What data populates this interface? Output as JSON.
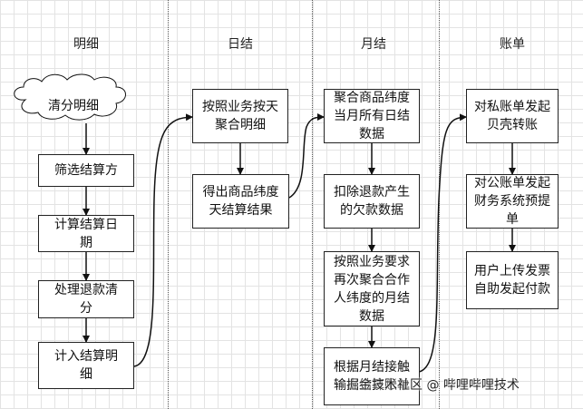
{
  "lanes": [
    "明细",
    "日结",
    "月结",
    "账单"
  ],
  "nodes": {
    "mx_qingfen": "清分明细",
    "mx_shaixuan": "筛选结算方",
    "mx_jisuan_riqi": "计算结算日期",
    "mx_tuikuan": "处理退款清分",
    "mx_jiru": "计入结算明细",
    "rj_juhe": "按照业务按天聚合明细",
    "rj_dechu": "得出商品纬度天结算结果",
    "yj_juhe": "聚合商品纬度当月所有日结数据",
    "yj_kouchu": "扣除退款产生的欠款数据",
    "yj_zaici": "按照业务要求再次聚合合作人纬度的月结数据",
    "yj_genju": "根据月结接触输出结算账单",
    "zd_sizhang": "对私账单发起贝壳转账",
    "zd_gongzhang": "对公账单发起财务系统预提单",
    "zd_shangchuan": "用户上传发票自助发起付款"
  },
  "watermark": "掘金技术社区 @ 哔哩哔哩技术"
}
